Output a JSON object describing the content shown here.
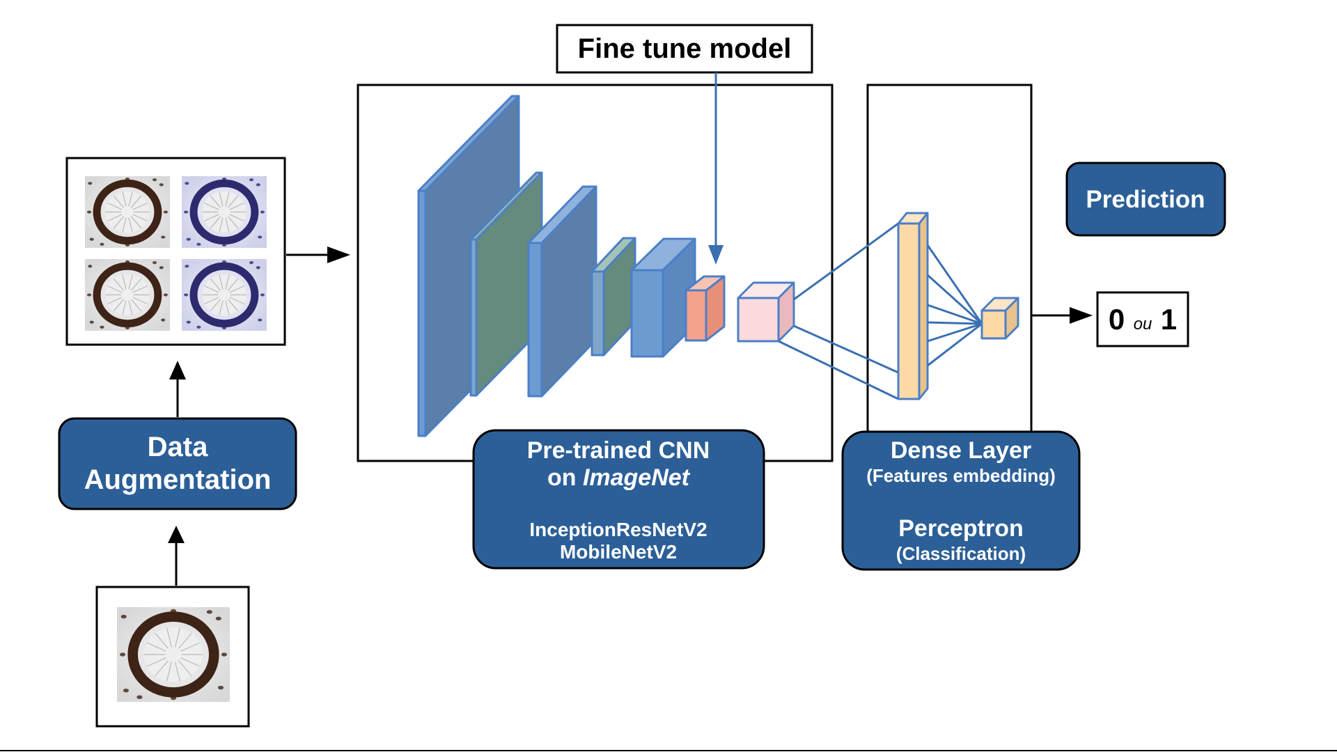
{
  "labels": {
    "fine_tune": "Fine tune model",
    "prediction": "Prediction",
    "data_augmentation": [
      "Data",
      "Augmentation"
    ],
    "cnn_title": "Pre-trained CNN",
    "cnn_on": "on ",
    "cnn_dataset": "ImageNet",
    "cnn_models": [
      "InceptionResNetV2",
      "MobileNetV2"
    ],
    "dense_title": "Dense Layer",
    "dense_sub": "(Features embedding)",
    "perceptron_title": "Perceptron",
    "perceptron_sub": "(Classification)",
    "output_zero": "0",
    "output_sep": "ou",
    "output_one": "1"
  },
  "colors": {
    "box_fill": "#2c5f97",
    "layer_blue": "#5c7fa9",
    "layer_green": "#658a7e",
    "layer_edge": "#4b7fc7",
    "layer_mid_blue": "#6b9bd1",
    "pink_dark": "#f4a28c",
    "pink_light": "#fddadd",
    "peach": "#fdd9a8",
    "stain_brown": "#3e2317",
    "stain_purple": "#2d2a6e"
  }
}
